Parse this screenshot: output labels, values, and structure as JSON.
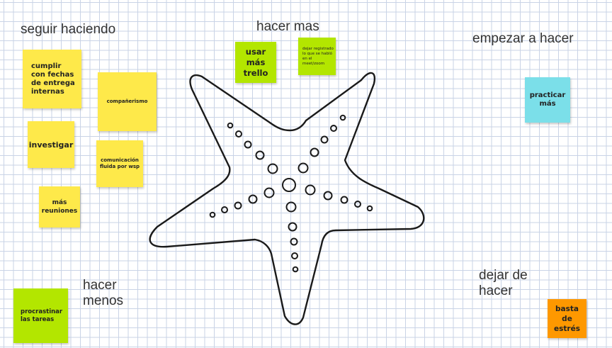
{
  "board": {
    "headings": {
      "seguir": "seguir haciendo",
      "hacer_mas": "hacer mas",
      "empezar": "empezar a hacer",
      "hacer_menos": "hacer\nmenos",
      "dejar": "dejar de\nhacer"
    },
    "notes": {
      "cumplir": "cumplir con fechas de entrega internas",
      "companerismo": "compañerismo",
      "investigar": "investigar",
      "comunicacion": "comunicación fluida por wsp",
      "mas_reuniones": "más reuniones",
      "usar_trello": "usar más trello",
      "dejar_registrado": "dejar registrado lo que se habló en el meet/zoom",
      "practicar": "practicar más",
      "procrastinar": "procrastinar las tareas",
      "basta_estres": "basta de estrés"
    },
    "colors": {
      "yellow": "#fee94a",
      "green": "#b3e600",
      "cyan": "#7bdfe9",
      "orange": "#fe9800",
      "grid": "#c9d3e6"
    },
    "icon": "starfish-icon"
  }
}
